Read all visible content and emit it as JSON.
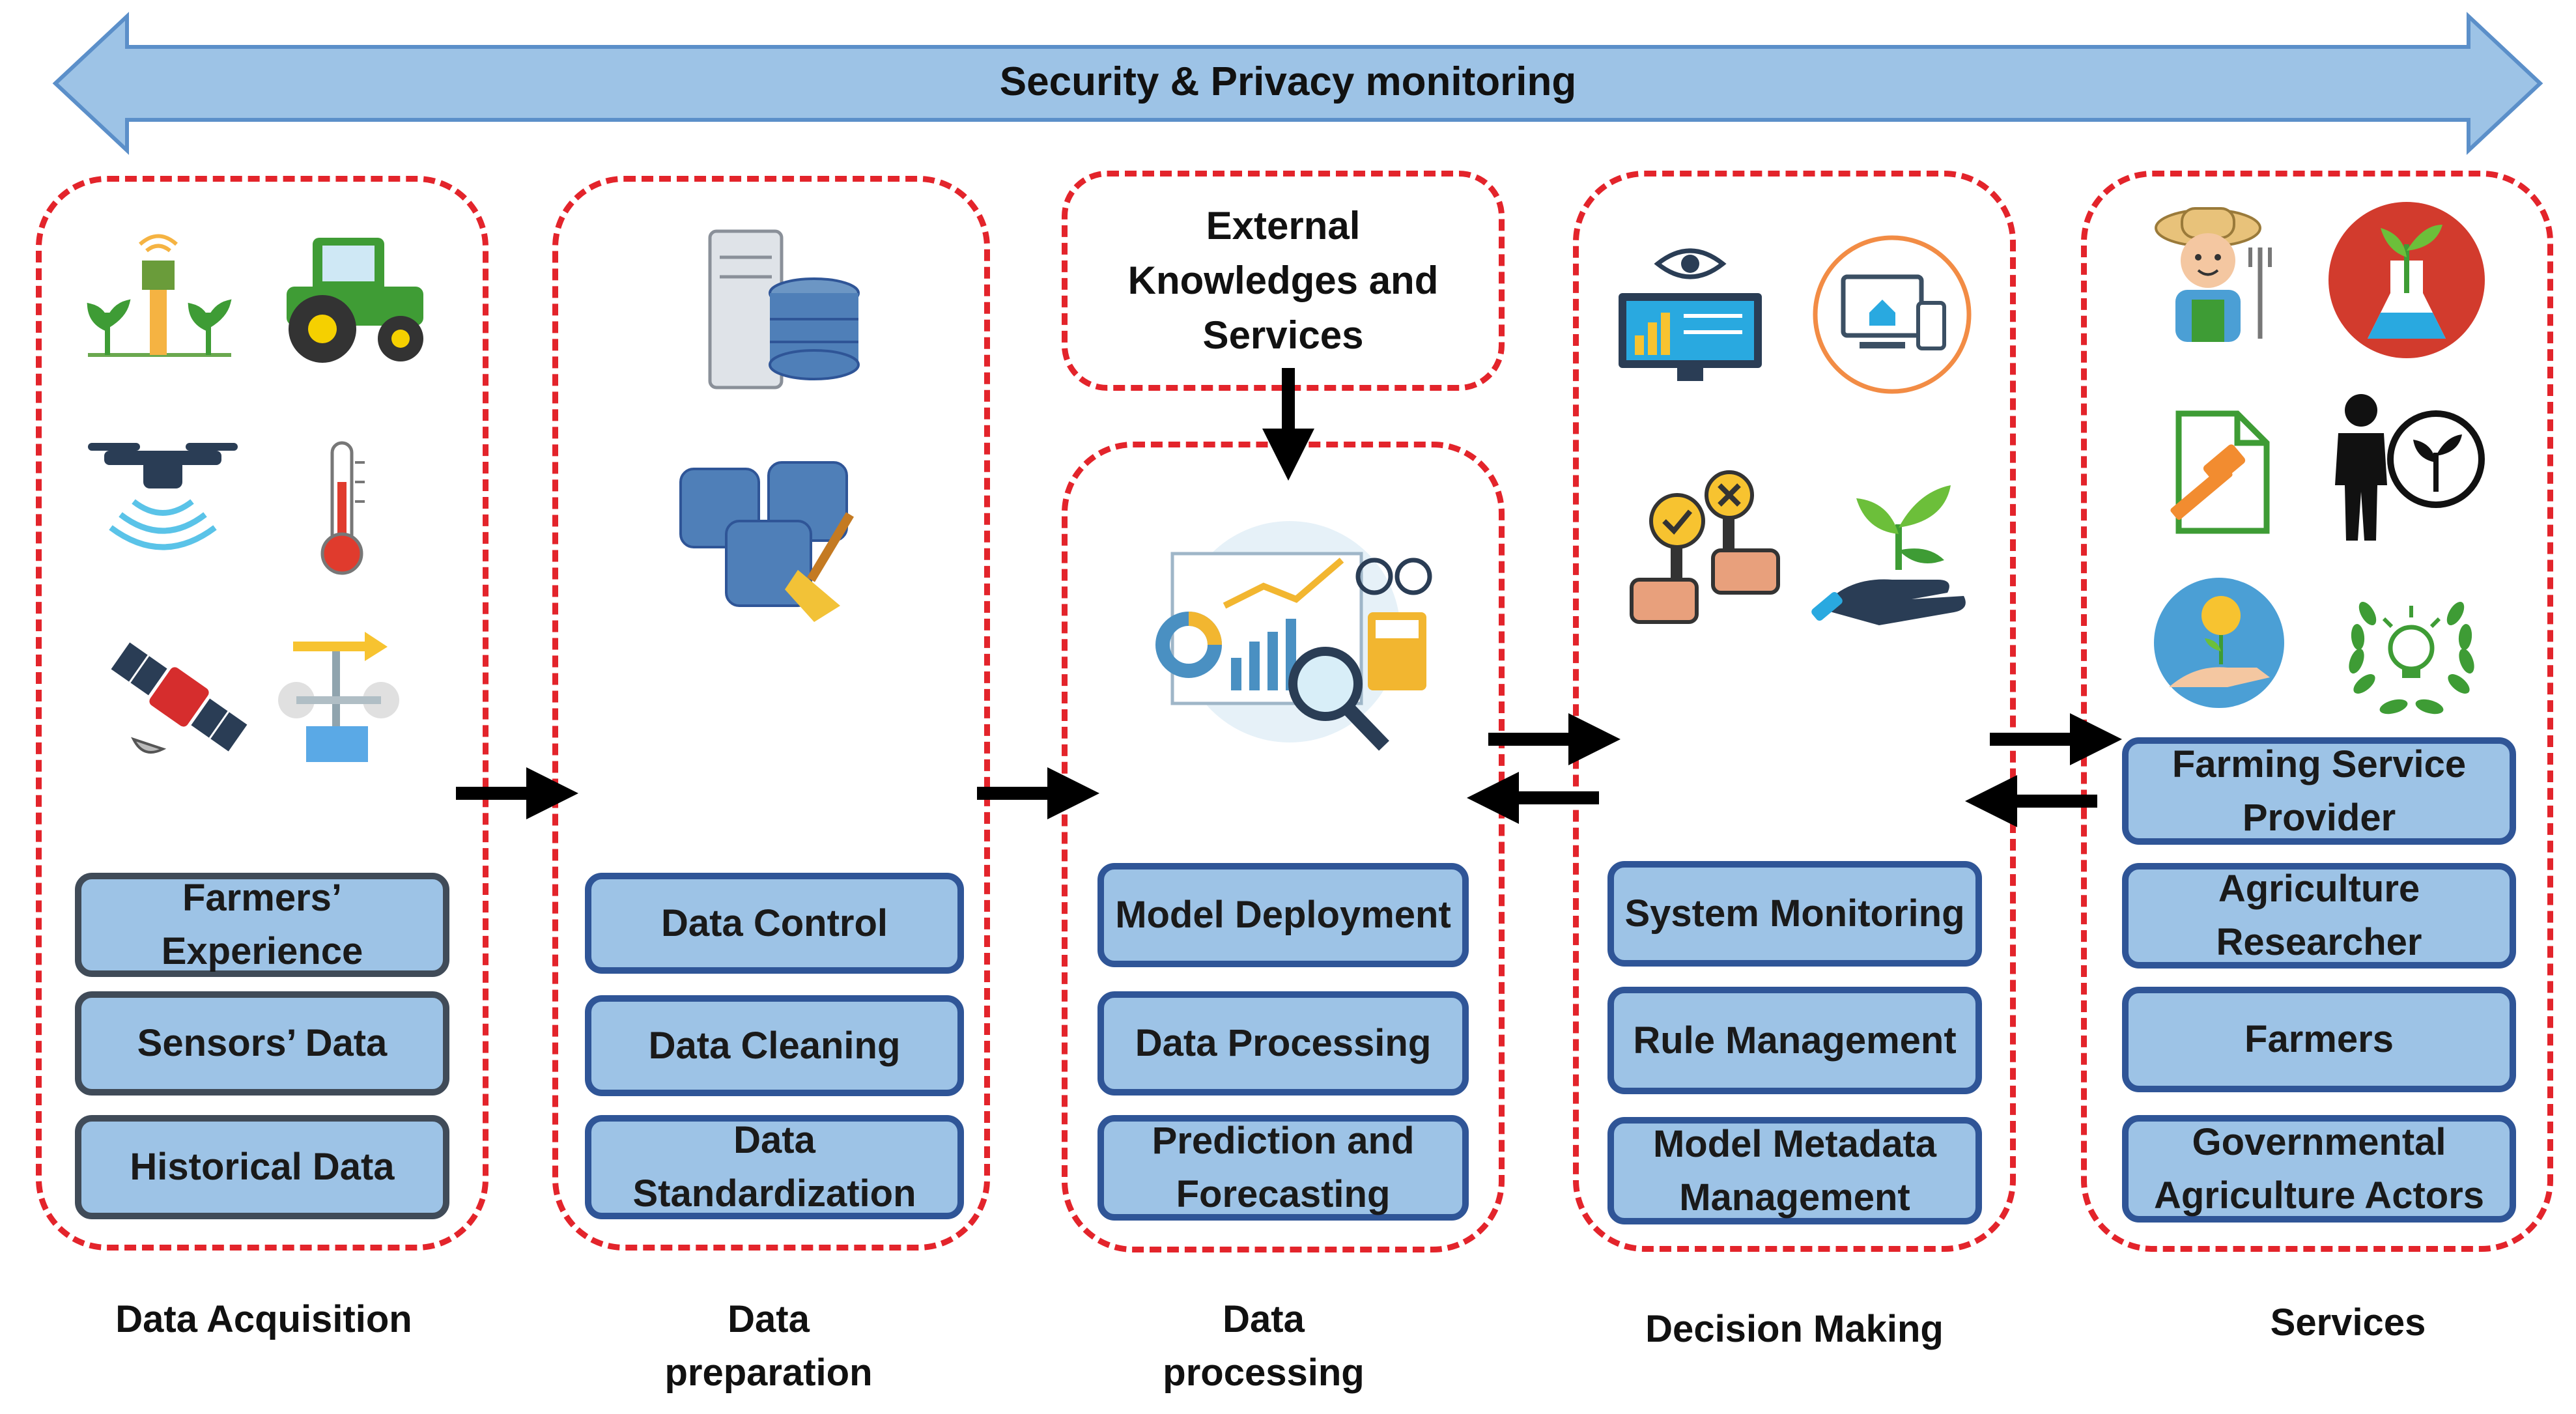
{
  "banner": {
    "label": "Security & Privacy monitoring",
    "fill": "#9dc3e6",
    "stroke": "#5b8fc9"
  },
  "accent": {
    "dashed_border": "#e3242b",
    "box_fill": "#9dc3e6",
    "box_border_dark": "#404b58",
    "box_border_blue": "#2f5597"
  },
  "stages": [
    {
      "caption": "Data Acquisition",
      "items": [
        "Farmers’ Experience",
        "Sensors’ Data",
        "Historical Data"
      ],
      "icons": [
        "soil-sensor-icon",
        "tractor-icon",
        "drone-icon",
        "thermometer-icon",
        "satellite-icon",
        "weather-vane-icon"
      ]
    },
    {
      "caption": "Data preparation",
      "items": [
        "Data Control",
        "Data Cleaning",
        "Data Standardization"
      ],
      "icons": [
        "server-database-icon",
        "database-cleaning-icon"
      ]
    },
    {
      "caption": "Data processing",
      "external": "External Knowledges and Services",
      "items": [
        "Model Deployment",
        "Data Processing",
        "Prediction and Forecasting"
      ],
      "icons": [
        "data-analytics-icon"
      ]
    },
    {
      "caption": "Decision Making",
      "items": [
        "System Monitoring",
        "Rule Management",
        "Model Metadata Management"
      ],
      "icons": [
        "monitoring-dashboard-icon",
        "smart-devices-icon",
        "decision-approval-icon",
        "plant-in-hand-icon"
      ]
    },
    {
      "caption": "Services",
      "items": [
        "Farming Service Provider",
        "Agriculture Researcher",
        "Farmers",
        "Governmental Agriculture Actors"
      ],
      "icons": [
        "farmer-icon",
        "plant-lab-icon",
        "legal-document-icon",
        "agronomist-icon",
        "investment-icon",
        "laurel-idea-icon"
      ]
    }
  ]
}
